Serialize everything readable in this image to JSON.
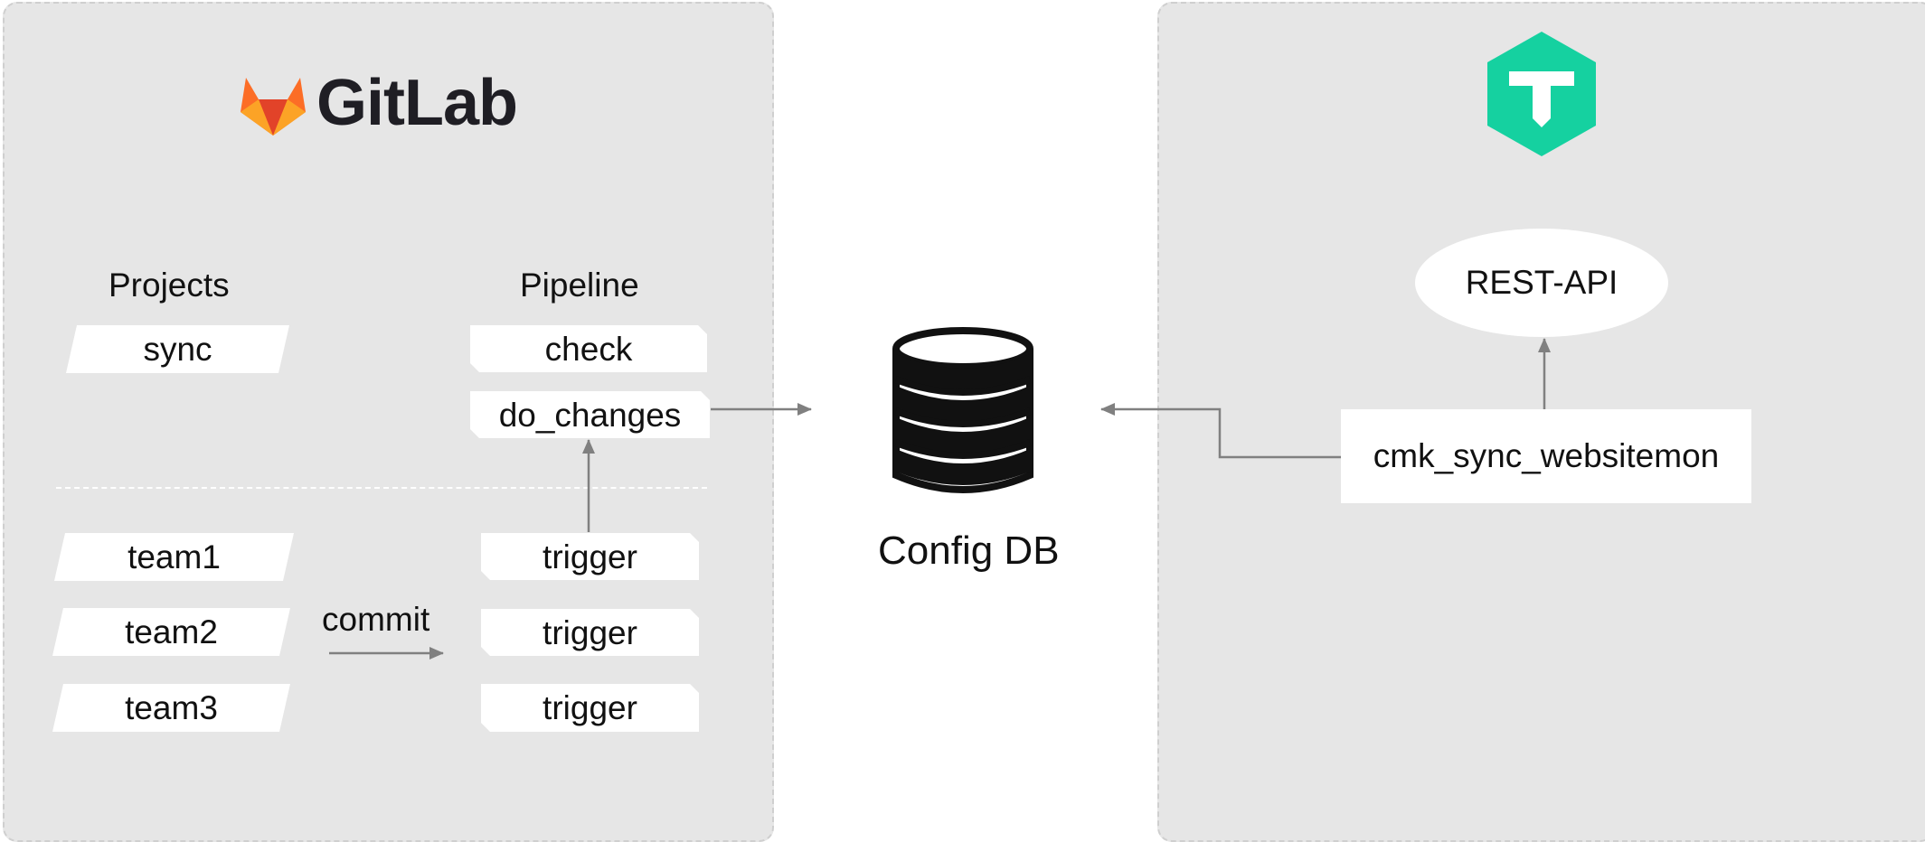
{
  "gitlab": {
    "logo_text": "GitLab",
    "projects_heading": "Projects",
    "pipeline_heading": "Pipeline",
    "projects": [
      "sync",
      "team1",
      "team2",
      "team3"
    ],
    "pipeline_jobs": [
      "check",
      "do_changes"
    ],
    "triggers": [
      "trigger",
      "trigger",
      "trigger"
    ],
    "commit_label": "commit"
  },
  "database": {
    "label": "Config DB"
  },
  "checkmk": {
    "api_label": "REST-API",
    "sync_component": "cmk_sync_websitemon"
  },
  "colors": {
    "panel_bg": "#e6e6e6",
    "panel_border": "#cfcfcf",
    "arrow": "#808080",
    "gitlab_orange": "#fc6d26",
    "checkmk_green": "#15d1a0"
  },
  "icons": [
    "gitlab-fox-icon",
    "checkmk-logo-icon",
    "database-icon"
  ]
}
